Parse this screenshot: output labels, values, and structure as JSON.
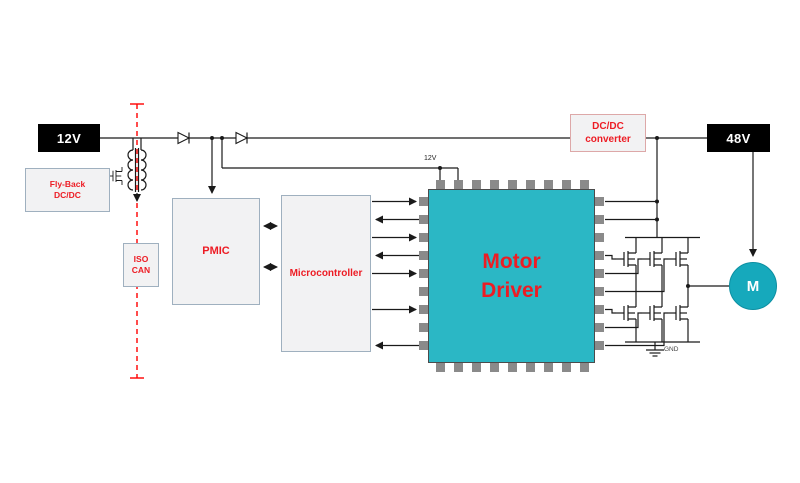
{
  "blocks": {
    "supply_12v": {
      "label": "12V"
    },
    "flyback": {
      "line1": "Fly-Back",
      "line2": "DC/DC"
    },
    "iso_can": {
      "line1": "ISO",
      "line2": "CAN"
    },
    "pmic": {
      "label": "PMIC"
    },
    "microcontroller": {
      "label": "Microcontroller"
    },
    "motor_driver": {
      "line1": "Motor",
      "line2": "Driver"
    },
    "dcdc_converter": {
      "line1": "DC/DC",
      "line2": "converter"
    },
    "supply_48v": {
      "label": "48V"
    },
    "motor": {
      "label": "M"
    }
  },
  "wire_labels": {
    "rail_12v": "12V",
    "gnd": "GND"
  },
  "colors": {
    "accent_red": "#ed1c24",
    "chip_teal": "#2bb7c5",
    "motor_teal": "#16a9bc",
    "box_fill": "#f2f2f3",
    "box_border": "#9fb0bf",
    "dcdc_border": "#dda8a8",
    "pin_gray": "#8a8a8a",
    "wire_black": "#1a1a1a",
    "barrier_red": "#ff0000",
    "supply_box_black": "#000000"
  }
}
